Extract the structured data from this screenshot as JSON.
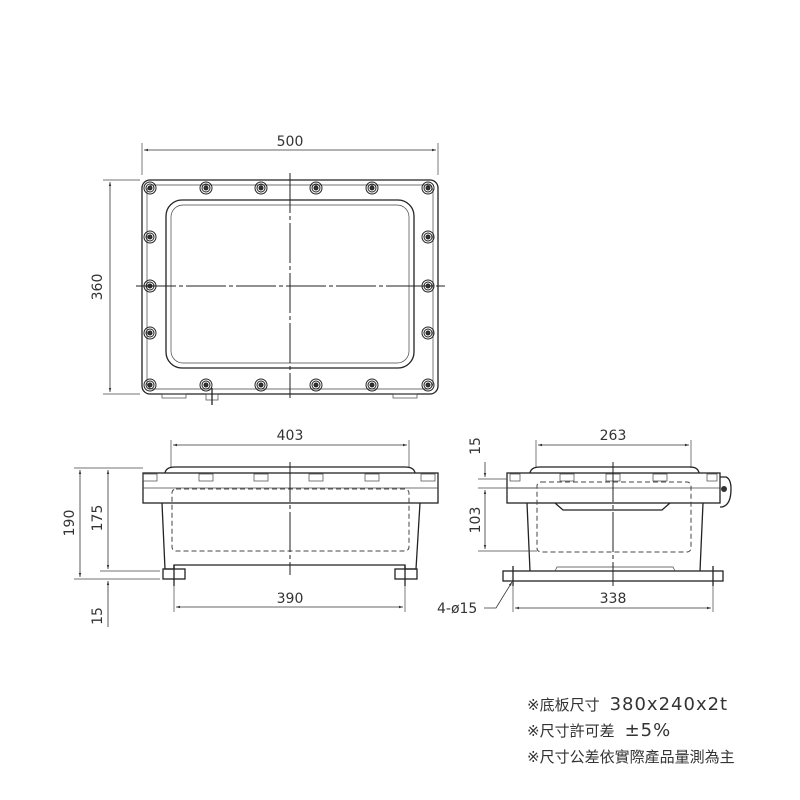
{
  "top_view": {
    "width_dim": "500",
    "height_dim": "360"
  },
  "front_view": {
    "top_dim": "403",
    "bottom_dim": "390",
    "total_height_dim": "190",
    "body_height_dim": "175",
    "foot_dim": "15"
  },
  "side_view": {
    "top_dim": "263",
    "bottom_dim": "338",
    "flange_dim": "15",
    "inner_depth_dim": "103",
    "hole_label": "4-ø15"
  },
  "notes": [
    {
      "label": "※底板尺寸",
      "value": "380x240x2t"
    },
    {
      "label": "※尺寸許可差",
      "value": "±5%"
    },
    {
      "label": "※尺寸公差依實際產品量測為主",
      "value": ""
    }
  ]
}
